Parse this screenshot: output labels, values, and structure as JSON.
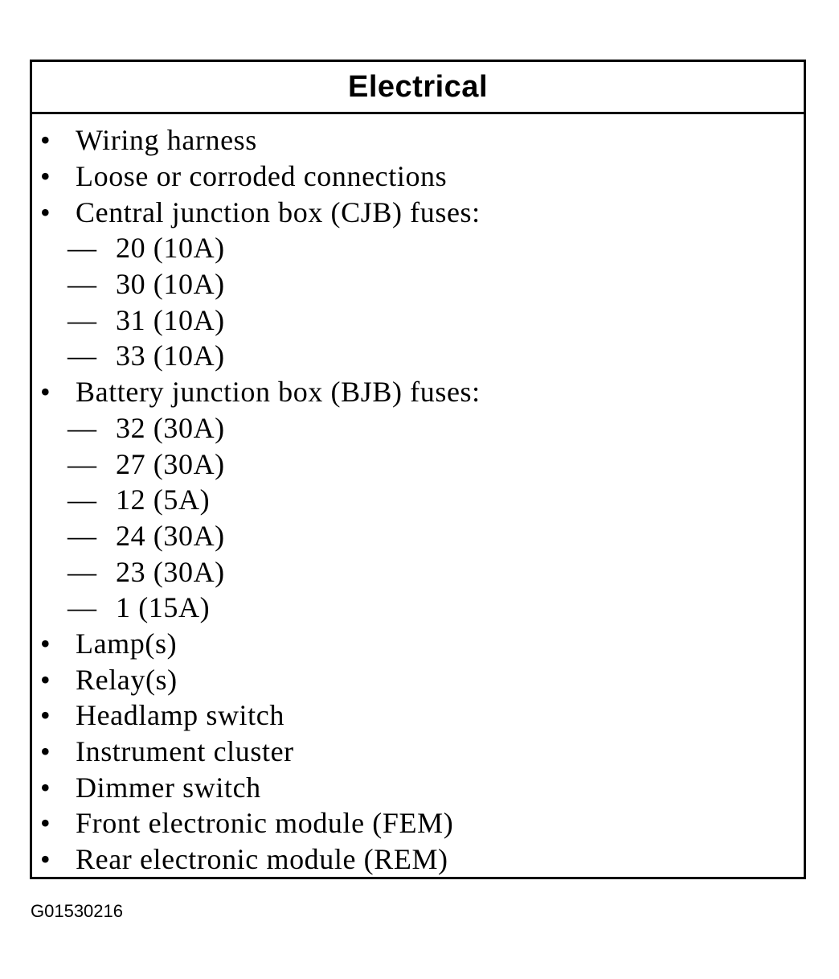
{
  "table": {
    "title": "Electrical",
    "items": [
      {
        "type": "bullet",
        "text": "Wiring harness"
      },
      {
        "type": "bullet",
        "text": "Loose or corroded connections"
      },
      {
        "type": "bullet",
        "text": "Central junction box (CJB) fuses:"
      },
      {
        "type": "sub",
        "text": "20 (10A)"
      },
      {
        "type": "sub",
        "text": "30 (10A)"
      },
      {
        "type": "sub",
        "text": "31 (10A)"
      },
      {
        "type": "sub",
        "text": "33 (10A)"
      },
      {
        "type": "bullet",
        "text": "Battery junction box (BJB) fuses:"
      },
      {
        "type": "sub",
        "text": "32 (30A)"
      },
      {
        "type": "sub",
        "text": "27 (30A)"
      },
      {
        "type": "sub",
        "text": "12 (5A)"
      },
      {
        "type": "sub",
        "text": "24 (30A)"
      },
      {
        "type": "sub",
        "text": "23 (30A)"
      },
      {
        "type": "sub",
        "text": "1 (15A)"
      },
      {
        "type": "bullet",
        "text": "Lamp(s)"
      },
      {
        "type": "bullet",
        "text": "Relay(s)"
      },
      {
        "type": "bullet",
        "text": "Headlamp switch"
      },
      {
        "type": "bullet",
        "text": "Instrument cluster"
      },
      {
        "type": "bullet",
        "text": "Dimmer switch"
      },
      {
        "type": "bullet",
        "text": "Front electronic module (FEM)"
      },
      {
        "type": "bullet",
        "text": "Rear electronic module (REM)"
      }
    ]
  },
  "markers": {
    "bullet": "•",
    "sub": "—"
  },
  "figure_code": "G01530216"
}
